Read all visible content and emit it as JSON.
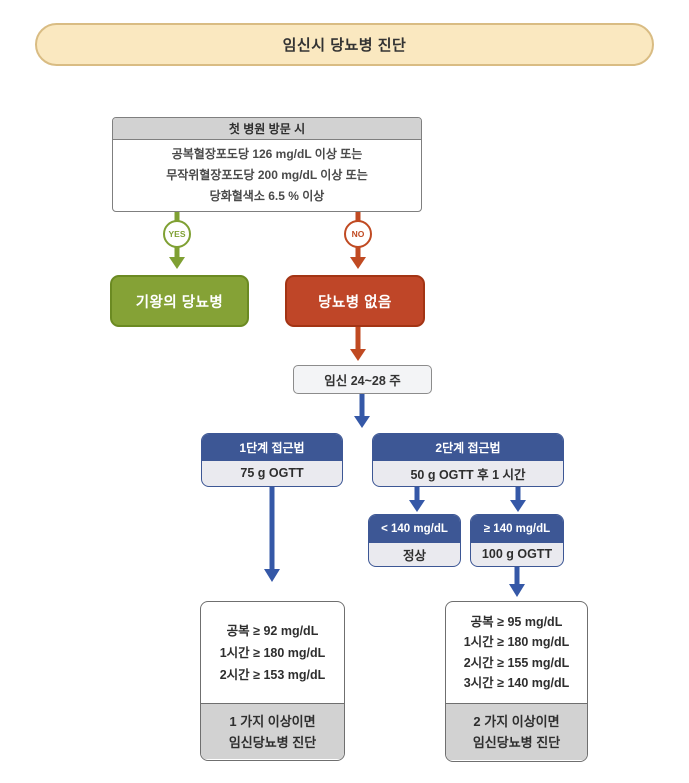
{
  "title": "임신시 당뇨병 진단",
  "colors": {
    "cream": "#fae8c0",
    "cream-border": "#d9bc83",
    "gray-header": "#d2d2d2",
    "green": "#85a236",
    "green-border": "#6b8a22",
    "green-arrow": "#7fa033",
    "red": "#bf4628",
    "red-border": "#a33414",
    "red-arrow": "#c04a22",
    "blue": "#3d5795",
    "blue-arrow": "#3558a7",
    "light-body": "#eaeaef"
  },
  "first_visit": {
    "header": "첫 병원 방문 시",
    "criteria": [
      "공복혈장포도당 126 mg/dL 이상 또는",
      "무작위혈장포도당 200 mg/dL 이상 또는",
      "당화혈색소 6.5 % 이상"
    ]
  },
  "branch_yes": {
    "label": "YES",
    "result": "기왕의 당뇨병"
  },
  "branch_no": {
    "label": "NO",
    "result": "당뇨병 없음"
  },
  "timing": "임신 24~28 주",
  "one_step": {
    "header": "1단계 접근법",
    "test": "75 g OGTT",
    "criteria": [
      "공복 ≥ 92 mg/dL",
      "1시간 ≥ 180 mg/dL",
      "2시간 ≥ 153 mg/dL"
    ],
    "conclusion": [
      "1 가지 이상이면",
      "임신당뇨병 진단"
    ]
  },
  "two_step": {
    "header": "2단계 접근법",
    "test": "50 g OGTT 후 1 시간",
    "negative": {
      "header": "< 140 mg/dL",
      "result": "정상"
    },
    "positive": {
      "header": "≥ 140 mg/dL",
      "result": "100 g OGTT"
    },
    "criteria": [
      "공복 ≥ 95 mg/dL",
      "1시간 ≥ 180 mg/dL",
      "2시간 ≥ 155 mg/dL",
      "3시간 ≥ 140 mg/dL"
    ],
    "conclusion": [
      "2 가지 이상이면",
      "임신당뇨병 진단"
    ]
  }
}
